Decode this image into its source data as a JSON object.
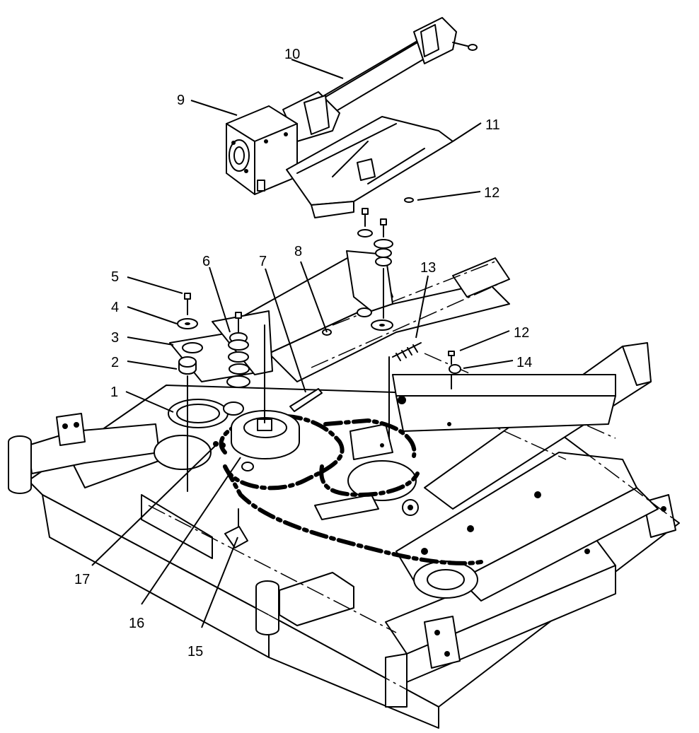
{
  "callouts": [
    {
      "id": "c1",
      "label": "1"
    },
    {
      "id": "c2",
      "label": "2"
    },
    {
      "id": "c3",
      "label": "3"
    },
    {
      "id": "c4",
      "label": "4"
    },
    {
      "id": "c5",
      "label": "5"
    },
    {
      "id": "c6",
      "label": "6"
    },
    {
      "id": "c7",
      "label": "7"
    },
    {
      "id": "c8",
      "label": "8"
    },
    {
      "id": "c9",
      "label": "9"
    },
    {
      "id": "c10",
      "label": "10"
    },
    {
      "id": "c11",
      "label": "11"
    },
    {
      "id": "c12a",
      "label": "12"
    },
    {
      "id": "c12b",
      "label": "12"
    },
    {
      "id": "c13",
      "label": "13"
    },
    {
      "id": "c14",
      "label": "14"
    },
    {
      "id": "c15",
      "label": "15"
    },
    {
      "id": "c16",
      "label": "16"
    },
    {
      "id": "c17",
      "label": "17"
    }
  ]
}
